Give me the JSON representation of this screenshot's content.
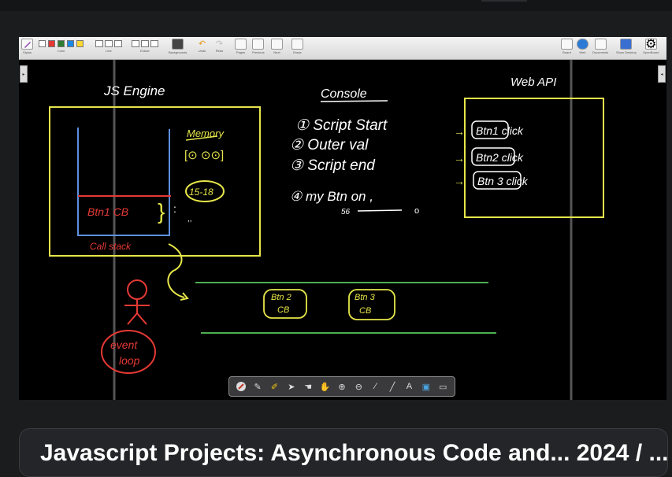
{
  "toolbar": {
    "left_tools": [
      {
        "label": "Stylus",
        "icon": "pen-icon"
      },
      {
        "label": "Color",
        "icon": "color-swatches"
      },
      {
        "label": "Line",
        "icon": "line-width-icon"
      },
      {
        "label": "Eraser",
        "icon": "eraser-size-icon"
      },
      {
        "label": "Backgrounds",
        "icon": "background-icon"
      },
      {
        "label": "Undo",
        "icon": "undo-icon"
      },
      {
        "label": "Redo",
        "icon": "redo-icon"
      },
      {
        "label": "Pages",
        "icon": "pages-icon"
      },
      {
        "label": "Previous",
        "icon": "previous-icon"
      },
      {
        "label": "Next",
        "icon": "next-icon"
      },
      {
        "label": "Erase",
        "icon": "erase-icon"
      }
    ],
    "right_tools": [
      {
        "label": "Board",
        "icon": "board-icon"
      },
      {
        "label": "Web",
        "icon": "globe-icon"
      },
      {
        "label": "Documents",
        "icon": "folder-icon"
      },
      {
        "label": "Show Desktop",
        "icon": "desktop-icon"
      },
      {
        "label": "OpenBoard",
        "icon": "gear-icon"
      }
    ],
    "colors": [
      "#ffffff",
      "#e53935",
      "#2e7d32",
      "#1e88e5",
      "#fdd835"
    ]
  },
  "whiteboard": {
    "js_engine_title": "JS Engine",
    "memory_label": "Memory",
    "memory_slots": "[⊙ ⊙⊙]",
    "stack_item": "Btn1 CB",
    "stack_side_value": "15-18",
    "stack_dots": ":",
    "stack_small": ",,",
    "call_stack_label": "Call stack",
    "console_title": "Console",
    "console_lines": [
      "① Script Start",
      "② Outer val",
      "③ Script end",
      "④ my Btn on ,"
    ],
    "console_timeline_left": "56",
    "console_timeline_right": "o",
    "web_api_title": "Web API",
    "web_api_items": [
      "Btn1  click",
      "Btn2  click",
      "Btn 3  click"
    ],
    "queue_items": [
      {
        "line1": "Btn 2",
        "line2": "CB"
      },
      {
        "line1": "Btn 3",
        "line2": "CB"
      }
    ],
    "event_loop_label_1": "event",
    "event_loop_label_2": "loop"
  },
  "palette": {
    "tools": [
      "select-icon",
      "pen-icon",
      "highlighter-icon",
      "pointer-icon",
      "hand-icon",
      "grab-icon",
      "zoom-in-icon",
      "zoom-out-icon",
      "laser-icon",
      "line-icon",
      "text-icon",
      "capture-icon",
      "camera-icon"
    ]
  },
  "caption": {
    "title": "Javascript Projects: Asynchronous Code and... 2024 / ..."
  }
}
